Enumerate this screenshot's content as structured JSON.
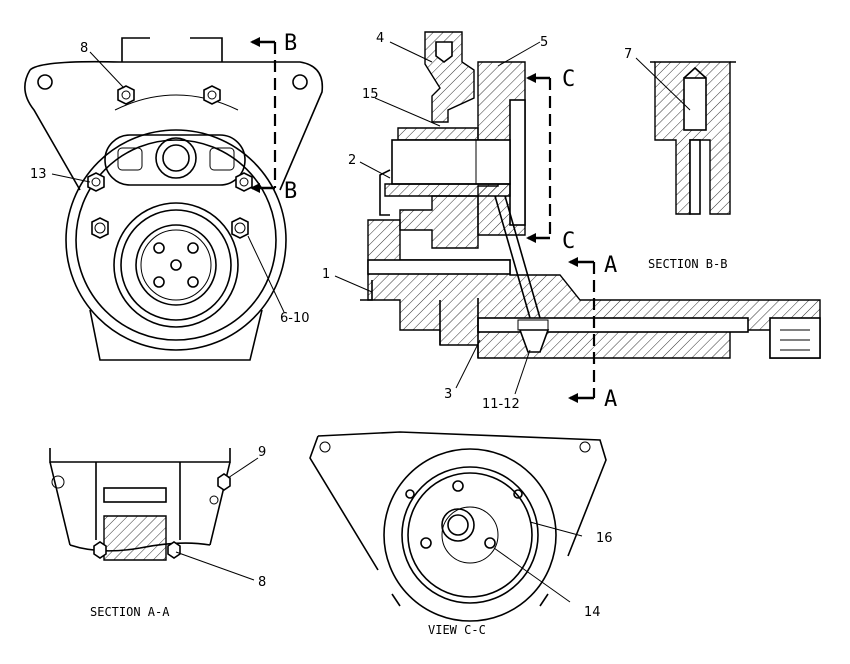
{
  "callouts": {
    "c8_top": "8",
    "c13": "13",
    "c6_10": "6-10",
    "c4": "4",
    "c5": "5",
    "c15": "15",
    "c2": "2",
    "c1": "1",
    "c3": "3",
    "c11_12": "11-12",
    "c7": "7",
    "c9": "9",
    "c8_bottom": "8",
    "c16": "16",
    "c14": "14"
  },
  "section_markers": {
    "b_top": "B",
    "b_bottom": "B",
    "c_top": "C",
    "c_bottom": "C",
    "a_top": "A",
    "a_bottom": "A"
  },
  "captions": {
    "section_bb": "SECTION B-B",
    "section_aa": "SECTION A-A",
    "view_cc": "VIEW C-C"
  }
}
